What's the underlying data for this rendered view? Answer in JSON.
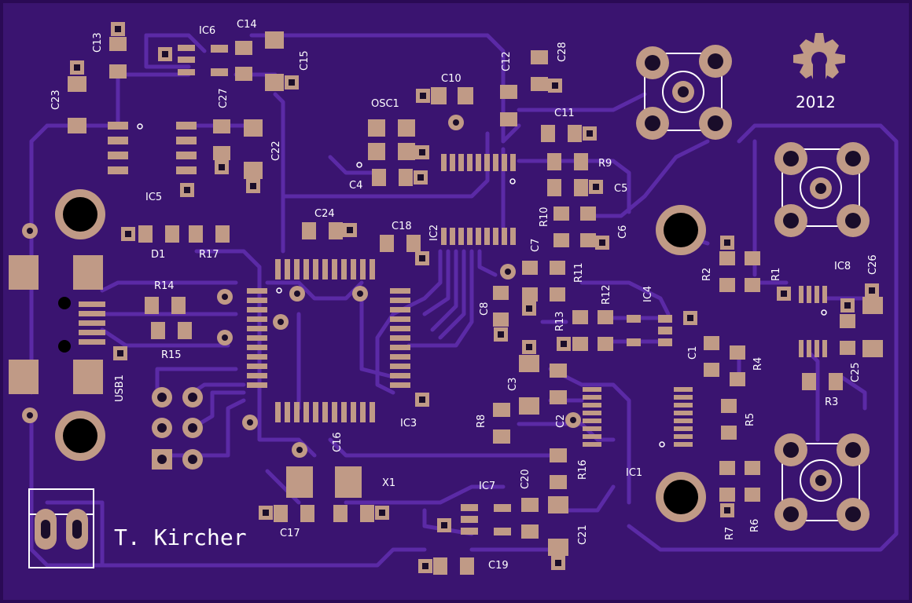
{
  "board": {
    "colors": {
      "substrate": "#3a1470",
      "border": "#2a0a55",
      "trace": "#5b2aa6",
      "copper": "#c09a86",
      "silkscreen": "#ffffff",
      "drill": "#1a0d2a",
      "hole": "#000000"
    },
    "author": "T. Kircher",
    "year": "2012",
    "logo_icon": "open-hardware-gear-icon"
  },
  "labels": [
    {
      "id": "C13",
      "text": "C13"
    },
    {
      "id": "IC6",
      "text": "IC6"
    },
    {
      "id": "C14",
      "text": "C14"
    },
    {
      "id": "C15",
      "text": "C15"
    },
    {
      "id": "C27",
      "text": "C27"
    },
    {
      "id": "C23",
      "text": "C23"
    },
    {
      "id": "C22",
      "text": "C22"
    },
    {
      "id": "IC5",
      "text": "IC5"
    },
    {
      "id": "D1",
      "text": "D1"
    },
    {
      "id": "R17",
      "text": "R17"
    },
    {
      "id": "OSC1",
      "text": "OSC1"
    },
    {
      "id": "C10",
      "text": "C10"
    },
    {
      "id": "C12",
      "text": "C12"
    },
    {
      "id": "C28",
      "text": "C28"
    },
    {
      "id": "C11",
      "text": "C11"
    },
    {
      "id": "R9",
      "text": "R9"
    },
    {
      "id": "C5",
      "text": "C5"
    },
    {
      "id": "C4",
      "text": "C4"
    },
    {
      "id": "C24",
      "text": "C24"
    },
    {
      "id": "C18",
      "text": "C18"
    },
    {
      "id": "IC2",
      "text": "IC2"
    },
    {
      "id": "R10",
      "text": "R10"
    },
    {
      "id": "C6",
      "text": "C6"
    },
    {
      "id": "C7",
      "text": "C7"
    },
    {
      "id": "R11",
      "text": "R11"
    },
    {
      "id": "R14",
      "text": "R14"
    },
    {
      "id": "R15",
      "text": "R15"
    },
    {
      "id": "USB1",
      "text": "USB1"
    },
    {
      "id": "C8",
      "text": "C8"
    },
    {
      "id": "R12",
      "text": "R12"
    },
    {
      "id": "IC4",
      "text": "IC4"
    },
    {
      "id": "R13",
      "text": "R13"
    },
    {
      "id": "R2",
      "text": "R2"
    },
    {
      "id": "R1",
      "text": "R1"
    },
    {
      "id": "IC8",
      "text": "IC8"
    },
    {
      "id": "C26",
      "text": "C26"
    },
    {
      "id": "C1",
      "text": "C1"
    },
    {
      "id": "R4",
      "text": "R4"
    },
    {
      "id": "C25",
      "text": "C25"
    },
    {
      "id": "R3",
      "text": "R3"
    },
    {
      "id": "C3",
      "text": "C3"
    },
    {
      "id": "IC3",
      "text": "IC3"
    },
    {
      "id": "R8",
      "text": "R8"
    },
    {
      "id": "C2",
      "text": "C2"
    },
    {
      "id": "R5",
      "text": "R5"
    },
    {
      "id": "C16",
      "text": "C16"
    },
    {
      "id": "X1",
      "text": "X1"
    },
    {
      "id": "R16",
      "text": "R16"
    },
    {
      "id": "IC1",
      "text": "IC1"
    },
    {
      "id": "IC7",
      "text": "IC7"
    },
    {
      "id": "C20",
      "text": "C20"
    },
    {
      "id": "C17",
      "text": "C17"
    },
    {
      "id": "C21",
      "text": "C21"
    },
    {
      "id": "C19",
      "text": "C19"
    },
    {
      "id": "R7",
      "text": "R7"
    },
    {
      "id": "R6",
      "text": "R6"
    }
  ]
}
